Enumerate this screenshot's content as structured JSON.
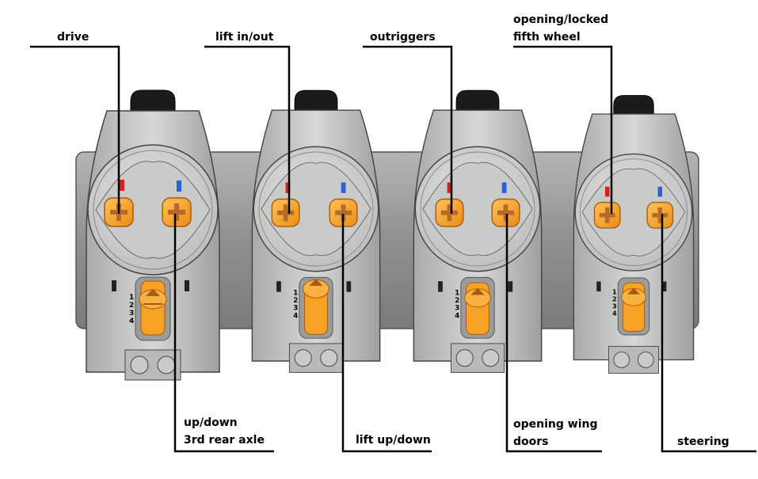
{
  "labels": {
    "drive": "drive",
    "lift_in_out": "lift in/out",
    "outriggers": "outriggers",
    "opening_locked_1": "opening/locked",
    "opening_locked_2": "fifth wheel",
    "up_down_1": "up/down",
    "up_down_2": "3rd rear axle",
    "lift_up_down": "lift up/down",
    "wing_1": "opening wing",
    "wing_2": "doors",
    "steering": "steering"
  },
  "switch_markings": [
    "1",
    "2",
    "3",
    "4"
  ],
  "colors": {
    "housing": "#c8cac8",
    "housing_dark": "#8d8f8d",
    "shaft": "#9a9c9a",
    "handle": "#1b1b1b",
    "orange": "#f7a125",
    "orange_dark": "#a85a10",
    "cross": "#b56a2a",
    "red_indicator": "#d62020",
    "blue_indicator": "#2a62d6",
    "line": "#000000"
  }
}
